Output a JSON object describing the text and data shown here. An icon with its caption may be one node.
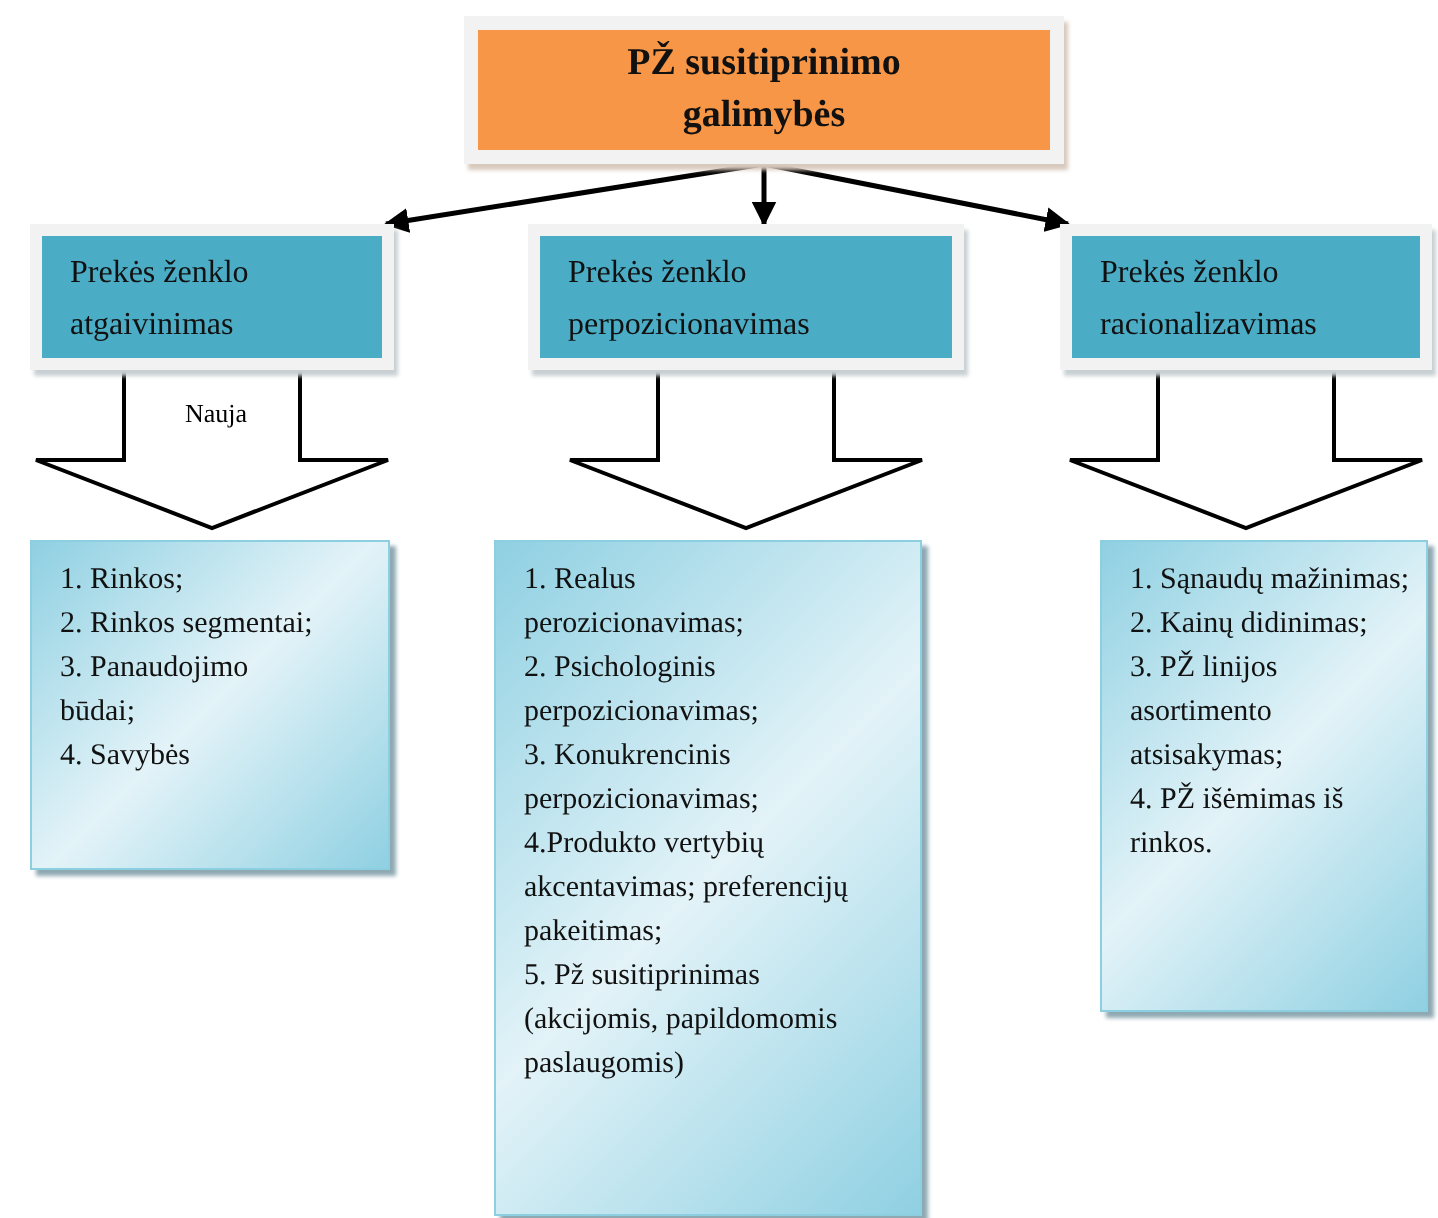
{
  "diagram": {
    "nodes": [
      {
        "text": [
          "PŽ susitiprinimo galimybės"
        ]
      },
      {
        "text": [
          "Prekės ženklo atgaivinimas"
        ]
      },
      {
        "text": [
          "Prekės ženklo perpozicionavimas"
        ]
      },
      {
        "text": [
          "Prekės ženklo racionalizavimas"
        ]
      },
      {
        "text": [
          "1. Rinkos;",
          "2. Rinkos segmentai;",
          "3. Panaudojimo būdai;",
          "4. Savybės"
        ]
      },
      {
        "text": [
          "1. Realus perozicionavimas;",
          "2. Psichologinis perpozicionavimas;",
          "3. Konukrencinis perpozicionavimas;",
          "4.Produkto vertybių akcentavimas; preferencijų pakeitimas;",
          "5. Pž susitiprinimas (akcijomis, papildomomis paslaugomis)"
        ]
      },
      {
        "text": [
          "1. Sąnaudų mažinimas;",
          "2. Kainų didinimas;",
          "3. PŽ linijos asortimento atsisakymas;",
          "4. PŽ išėmimas iš rinkos."
        ]
      }
    ],
    "edges": [
      {
        "from": 0,
        "to": 1,
        "arrow": "to"
      },
      {
        "from": 0,
        "to": 2,
        "arrow": "to"
      },
      {
        "from": 0,
        "to": 3,
        "arrow": "to"
      },
      {
        "from": 1,
        "to": 4,
        "arrow": "to",
        "style": "thick",
        "label": "Nauja"
      },
      {
        "from": 2,
        "to": 5,
        "arrow": "to",
        "style": "thick"
      },
      {
        "from": 3,
        "to": 6,
        "arrow": "to",
        "style": "thick"
      }
    ]
  }
}
